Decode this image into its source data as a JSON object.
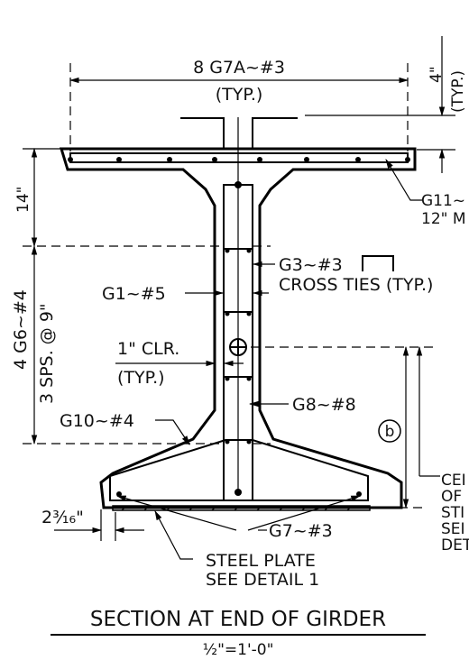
{
  "labels": {
    "top_bars": "8 G7A~#3",
    "top_bars_typ": "(TYP.)",
    "right_dim": "4\"",
    "right_dim_typ": "(TYP.)",
    "g11_line1": "G11~",
    "g11_line2": "12\" M",
    "flange_depth": "14\"",
    "g3": "G3~#3",
    "cross_ties": "CROSS TIES (TYP.)",
    "g1": "G1~#5",
    "g6_line1": "4 G6~#4",
    "g6_line2": "3 SPS. @ 9\"",
    "clr": "1\" CLR.",
    "clr_typ": "(TYP.)",
    "g8": "G8~#8",
    "g10": "G10~#4",
    "callout_b": "b",
    "centroid_1": "CEI",
    "centroid_2": "OF",
    "centroid_3": "STI",
    "centroid_4": "SEI",
    "centroid_5": "DET",
    "offset_dim": "2³⁄₁₆\"",
    "g7": "G7~#3",
    "plate_1": "STEEL PLATE",
    "plate_2": "SEE DETAIL 1"
  },
  "title": "SECTION AT END OF GIRDER",
  "scale": "½\"=1'-0\""
}
